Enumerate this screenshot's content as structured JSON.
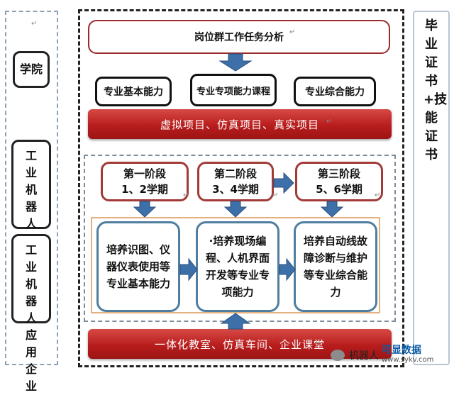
{
  "left_column": {
    "college": "学院",
    "producer": "工业机器人生产企业",
    "user": "工业机器人应用企业"
  },
  "center": {
    "title": "岗位群工作任务分析",
    "abilities": [
      "专业基本能力",
      "专业专项能力课程",
      "专业综合能力"
    ],
    "projects_bar": "虚拟项目、仿真项目、真实项目",
    "stages": [
      {
        "name": "第一阶段",
        "terms": "1、2学期"
      },
      {
        "name": "第二阶段",
        "terms": "3、4学期"
      },
      {
        "name": "第三阶段",
        "terms": "5、6学期"
      }
    ],
    "contents": [
      "培养识图、仪器仪表使用等专业基本能力",
      "·培养现场编程、人机界面开发等专业专项能力",
      "培养自动线故障诊断与维护等专业综合能力"
    ],
    "bottom_bar": "一体化教室、仿真车间、企业课堂"
  },
  "right_column": {
    "text": "毕业证书+技能证书"
  },
  "watermark": {
    "text": "机器人",
    "logo": "可显数据",
    "url": "www.sykv.com"
  },
  "colors": {
    "arrow_blue": "#3d6fa8",
    "bar_red": "#b81d1d",
    "stage_border": "#a23a37",
    "content_border": "#4f7ea0"
  }
}
